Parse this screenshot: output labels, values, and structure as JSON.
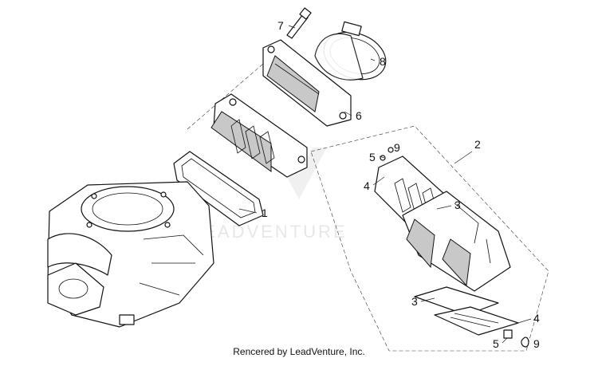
{
  "callouts": {
    "c1": "1",
    "c2": "2",
    "c3a": "3",
    "c3b": "3",
    "c4a": "4",
    "c4b": "4",
    "c5a": "5",
    "c5b": "5",
    "c6": "6",
    "c7": "7",
    "c8": "8",
    "c9a": "9",
    "c9b": "9"
  },
  "watermark": "LEADVENTURE",
  "credit": "Rencered by LeadVenture, Inc."
}
